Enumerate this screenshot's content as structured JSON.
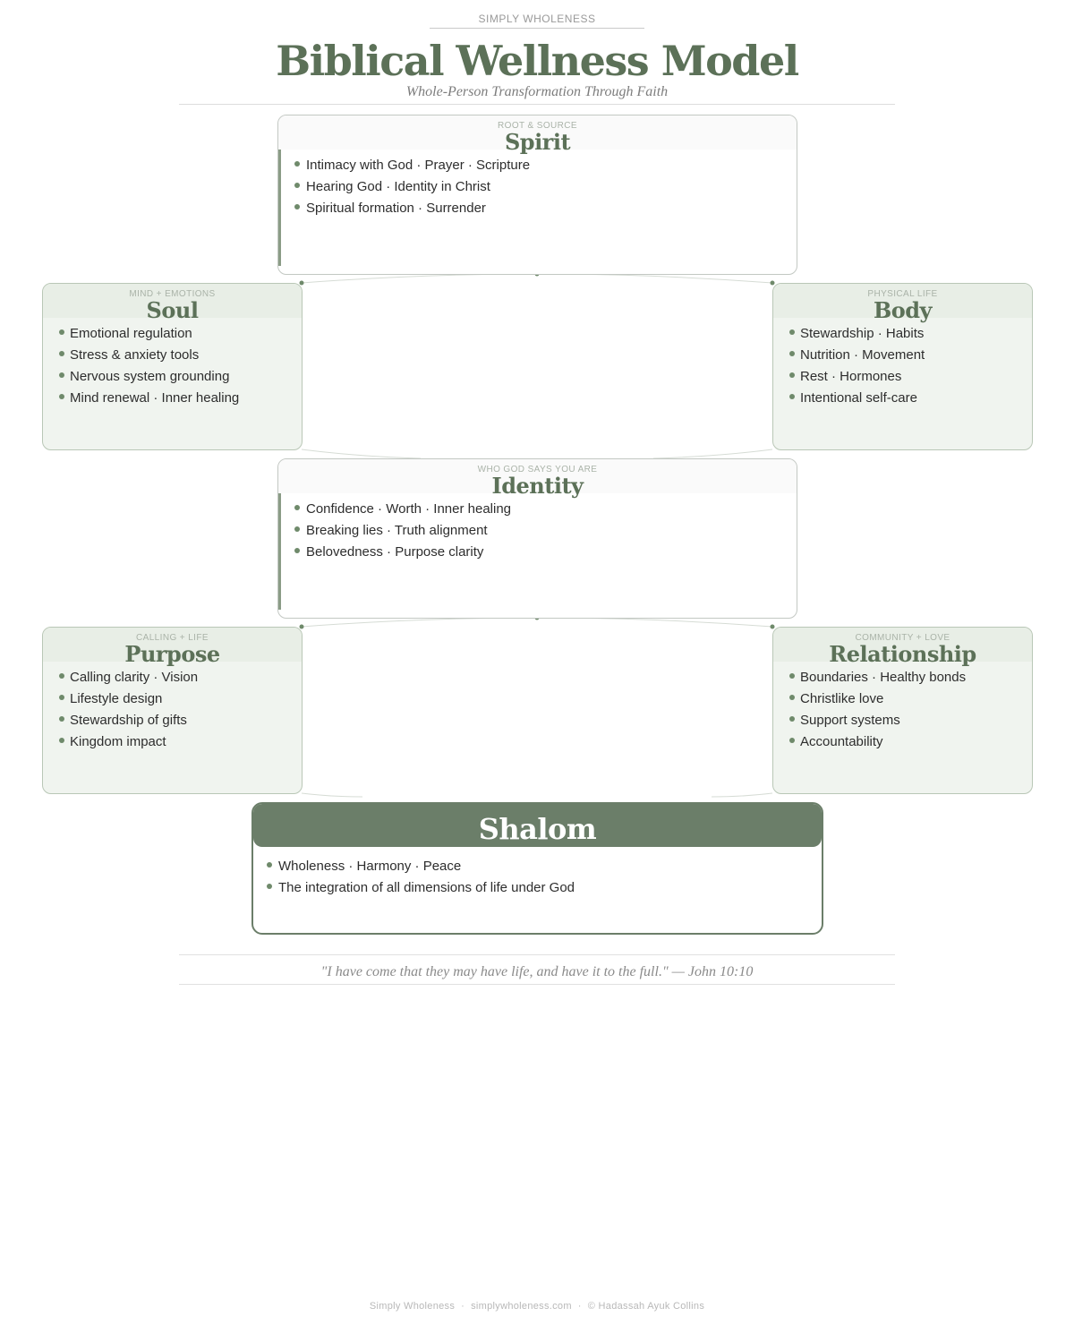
{
  "header": {
    "brand": "SIMPLY WHOLENESS",
    "title": "Biblical Wellness Model",
    "subtitle": "Whole-Person Transformation Through Faith"
  },
  "cards": {
    "spirit": {
      "kicker": "ROOT & SOURCE",
      "title": "Spirit",
      "items": [
        "Intimacy with God · Prayer · Scripture",
        "Hearing God · Identity in Christ",
        "Spiritual formation · Surrender"
      ]
    },
    "soul": {
      "kicker": "MIND + EMOTIONS",
      "title": "Soul",
      "items": [
        "Emotional regulation",
        "Stress & anxiety tools",
        "Nervous system grounding",
        "Mind renewal · Inner healing"
      ]
    },
    "body": {
      "kicker": "PHYSICAL LIFE",
      "title": "Body",
      "items": [
        "Stewardship · Habits",
        "Nutrition · Movement",
        "Rest · Hormones",
        "Intentional self-care"
      ]
    },
    "identity": {
      "kicker": "WHO GOD SAYS YOU ARE",
      "title": "Identity",
      "items": [
        "Confidence · Worth · Inner healing",
        "Breaking lies · Truth alignment",
        "Belovedness · Purpose clarity"
      ]
    },
    "purpose": {
      "kicker": "CALLING + LIFE",
      "title": "Purpose",
      "items": [
        "Calling clarity · Vision",
        "Lifestyle design",
        "Stewardship of gifts",
        "Kingdom impact"
      ]
    },
    "relationship": {
      "kicker": "COMMUNITY + LOVE",
      "title": "Relationship",
      "items": [
        "Boundaries · Healthy bonds",
        "Christlike love",
        "Support systems",
        "Accountability"
      ]
    },
    "shalom": {
      "title": "Shalom",
      "items": [
        "Wholeness · Harmony · Peace",
        "The integration of all dimensions of life under God"
      ]
    }
  },
  "quote": {
    "text": "\"I have come that they may have life, and have it to the full.\"",
    "ref": "— John 10:10"
  },
  "footer": {
    "brand": "Simply Wholeness",
    "site": "simplywholeness.com",
    "copyright": "© Hadassah Ayuk Collins"
  },
  "colors": {
    "accent": "#5c7158",
    "accent_dark": "#6b7e69",
    "side_card_bg": "#f0f4ef",
    "border": "#b9c7b6"
  }
}
